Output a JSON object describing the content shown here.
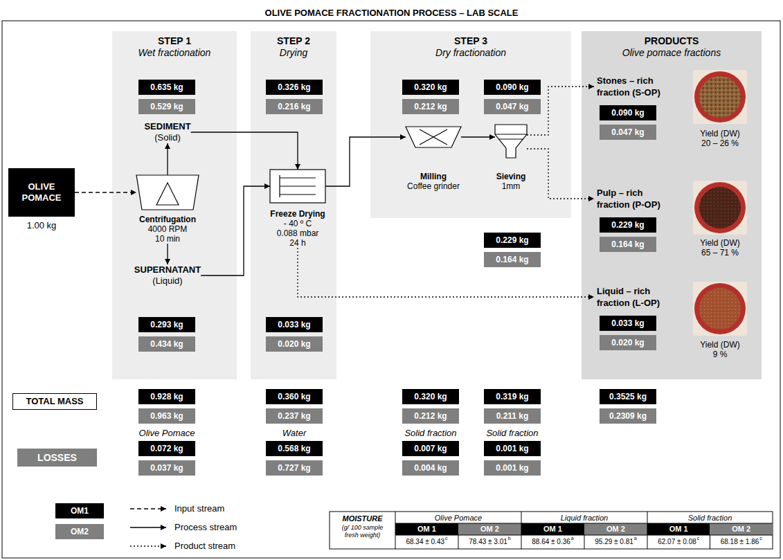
{
  "diagram": {
    "title": "OLIVE POMACE FRACTIONATION PROCESS – LAB SCALE",
    "nodes": [
      {
        "text": [
          "STEP 1",
          "Wet fractionation"
        ]
      },
      {
        "text": [
          "STEP 2",
          "Drying"
        ]
      },
      {
        "text": [
          "STEP 3",
          "Dry fractionation"
        ]
      },
      {
        "text": [
          "PRODUCTS",
          "Olive pomace fractions"
        ]
      },
      {
        "text": [
          "OLIVE POMACE"
        ]
      },
      {
        "text": [
          "0.635 kg"
        ],
        "in": 0
      },
      {
        "text": [
          "0.529 kg"
        ],
        "in": 0
      },
      {
        "text": [
          "SEDIMENT",
          "(Solid)"
        ],
        "in": 0
      },
      {
        "text": [
          "Centrifugation",
          "4000 RPM 10 min"
        ],
        "in": 0
      },
      {
        "text": [
          "SUPERNATANT",
          "(Liquid)"
        ],
        "in": 0
      },
      {
        "text": [
          "0.293 kg"
        ],
        "in": 0
      },
      {
        "text": [
          "0.434 kg"
        ],
        "in": 0
      },
      {
        "text": [
          "0.326 kg"
        ],
        "in": 1
      },
      {
        "text": [
          "0.216 kg"
        ],
        "in": 1
      },
      {
        "text": [
          "Freeze Drying",
          "- 40 º C 0.088 mbar 24 h"
        ],
        "in": 1
      },
      {
        "text": [
          "0.033 kg"
        ],
        "in": 1
      },
      {
        "text": [
          "0.020 kg"
        ],
        "in": 1
      },
      {
        "text": [
          "0.320 kg"
        ],
        "in": 2
      },
      {
        "text": [
          "0.212 kg"
        ],
        "in": 2
      },
      {
        "text": [
          "0.090 kg"
        ],
        "in": 2
      },
      {
        "text": [
          "0.047 kg"
        ],
        "in": 2
      },
      {
        "text": [
          "Milling",
          "Coffee grinder"
        ],
        "in": 2
      },
      {
        "text": [
          "Sieving",
          "1mm"
        ],
        "in": 2
      },
      {
        "text": [
          "0.229 kg"
        ]
      },
      {
        "text": [
          "0.164 kg"
        ]
      },
      {
        "text": [
          "Stones – rich fraction (S-OP)",
          "Yield (DW) 20 – 26 %"
        ],
        "in": 3
      },
      {
        "text": [
          "0.090 kg"
        ],
        "in": 25
      },
      {
        "text": [
          "0.047 kg"
        ],
        "in": 25
      },
      {
        "text": [
          "Pulp – rich fraction (P-OP)",
          "Yield (DW) 65 – 71 %"
        ],
        "in": 3
      },
      {
        "text": [
          "0.229 kg"
        ],
        "in": 28
      },
      {
        "text": [
          "0.164 kg"
        ],
        "in": 28
      },
      {
        "text": [
          "Liquid – rich fraction (L-OP)",
          "Yield (DW) 9 %"
        ],
        "in": 3
      },
      {
        "text": [
          "0.033 kg"
        ],
        "in": 31
      },
      {
        "text": [
          "0.020 kg"
        ],
        "in": 31
      },
      {
        "text": [
          "TOTAL MASS"
        ]
      },
      {
        "text": [
          "0.928 kg"
        ]
      },
      {
        "text": [
          "0.963 kg"
        ]
      },
      {
        "text": [
          "0.360 kg"
        ]
      },
      {
        "text": [
          "0.237 kg"
        ]
      },
      {
        "text": [
          "0.320 kg"
        ]
      },
      {
        "text": [
          "0.212 kg"
        ]
      },
      {
        "text": [
          "0.319 kg"
        ]
      },
      {
        "text": [
          "0.211 kg"
        ]
      },
      {
        "text": [
          "0.3525 kg"
        ]
      },
      {
        "text": [
          "0.2309 kg"
        ]
      },
      {
        "text": [
          "LOSSES"
        ]
      },
      {
        "text": [
          "0.072 kg"
        ]
      },
      {
        "text": [
          "0.037 kg"
        ]
      },
      {
        "text": [
          "0.568 kg"
        ]
      },
      {
        "text": [
          "0.727 kg"
        ]
      },
      {
        "text": [
          "0.007 kg"
        ]
      },
      {
        "text": [
          "0.004 kg"
        ]
      },
      {
        "text": [
          "0.001 kg"
        ]
      },
      {
        "text": [
          "0.001 kg"
        ]
      }
    ],
    "edges": [
      {
        "from": 4,
        "to": 8,
        "arrow": "to"
      },
      {
        "from": 8,
        "to": 7,
        "arrow": "to"
      },
      {
        "from": 8,
        "to": 9,
        "arrow": "to"
      },
      {
        "from": 7,
        "to": 14,
        "arrow": "to"
      },
      {
        "from": 9,
        "to": 14,
        "arrow": "to"
      },
      {
        "from": 14,
        "to": 21,
        "arrow": "to"
      },
      {
        "from": 21,
        "to": 22,
        "arrow": "to"
      },
      {
        "from": 22,
        "to": 25,
        "arrow": "to"
      },
      {
        "from": 22,
        "to": 28,
        "arrow": "to"
      },
      {
        "from": 14,
        "to": 31,
        "arrow": "to"
      }
    ],
    "labels": [
      "1.00 kg",
      "Olive Pomace",
      "Water",
      "Solid fraction",
      "Solid fraction",
      "MOISTURE",
      "(g/ 100 sample fresh weight)",
      "Olive Pomace",
      "Liquid fraction",
      "Solid fraction",
      "OM 1",
      "OM 2",
      "OM 1",
      "OM 2",
      "OM 1",
      "OM 2",
      "68.34 ± 0.43",
      "c",
      "78.43 ± 3.01",
      "b",
      "88.64 ± 0.36",
      "a",
      "95.29 ± 0.81",
      "a",
      "62.07 ± 0.08",
      "c",
      "68.18 ± 1.86",
      "c"
    ],
    "legend": [
      {
        "text": "OM1",
        "color": "#000000"
      },
      {
        "text": "OM2",
        "color": "#7f7f7f"
      },
      {
        "text": "Input stream"
      },
      {
        "text": "Process stream"
      },
      {
        "text": "Product stream"
      }
    ]
  }
}
